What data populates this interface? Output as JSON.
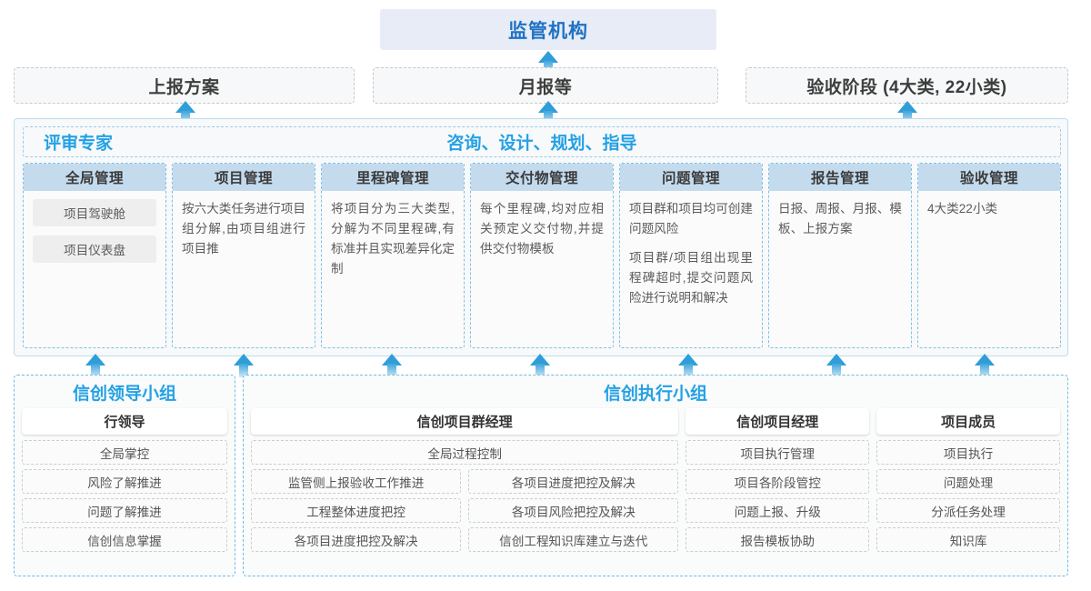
{
  "top": {
    "regulator_label": "监管机构",
    "report_boxes": [
      {
        "label": "上报方案"
      },
      {
        "label": "月报等"
      },
      {
        "label": "验收阶段 (4大类, 22小类)"
      }
    ]
  },
  "middle": {
    "left_label": "评审专家",
    "center_label": "咨询、设计、规划、指导",
    "columns": [
      {
        "head": "全局管理",
        "pills": [
          "项目驾驶舱",
          "项目仪表盘"
        ],
        "paras": []
      },
      {
        "head": "项目管理",
        "pills": [],
        "paras": [
          "按六大类任务进行项目组分解,由项目组进行项目推"
        ]
      },
      {
        "head": "里程碑管理",
        "pills": [],
        "paras": [
          "将项目分为三大类型,分解为不同里程碑,有标准并且实现差异化定制"
        ]
      },
      {
        "head": "交付物管理",
        "pills": [],
        "paras": [
          "每个里程碑,均对应相关预定义交付物,并提供交付物模板"
        ]
      },
      {
        "head": "问题管理",
        "pills": [],
        "paras": [
          "项目群和项目均可创建问题风险",
          "项目群/项目组出现里程碑超时,提交问题风险进行说明和解决"
        ]
      },
      {
        "head": "报告管理",
        "pills": [],
        "paras": [
          "日报、周报、月报、模板、上报方案"
        ]
      },
      {
        "head": "验收管理",
        "pills": [],
        "paras": [
          "4大类22小类"
        ]
      }
    ]
  },
  "bottom": {
    "leaders_group": {
      "title": "信创领导小组",
      "role_head": "行领导",
      "items": [
        "全局掌控",
        "风险了解推进",
        "问题了解推进",
        "信创信息掌握"
      ]
    },
    "exec_group": {
      "title": "信创执行小组",
      "program_manager": {
        "head": "信创项目群经理",
        "full_item": "全局过程控制",
        "left_items": [
          "监管侧上报验收工作推进",
          "工程整体进度把控",
          "各项目进度把控及解决"
        ],
        "right_items": [
          "各项目进度把控及解决",
          "各项目风险把控及解决",
          "信创工程知识库建立与迭代"
        ]
      },
      "project_manager": {
        "head": "信创项目经理",
        "items": [
          "项目执行管理",
          "项目各阶段管控",
          "问题上报、升级",
          "报告模板协助"
        ]
      },
      "project_member": {
        "head": "项目成员",
        "items": [
          "项目执行",
          "问题处理",
          "分派任务处理",
          "知识库"
        ]
      }
    }
  },
  "colors": {
    "accent_blue": "#24a1e5",
    "title_blue": "#2072c4",
    "header_fill": "#c4dbee",
    "panel_fill": "#f7f9fa",
    "regulator_fill": "#e7ecf6",
    "arrow_blue": "#2f9ed8"
  }
}
